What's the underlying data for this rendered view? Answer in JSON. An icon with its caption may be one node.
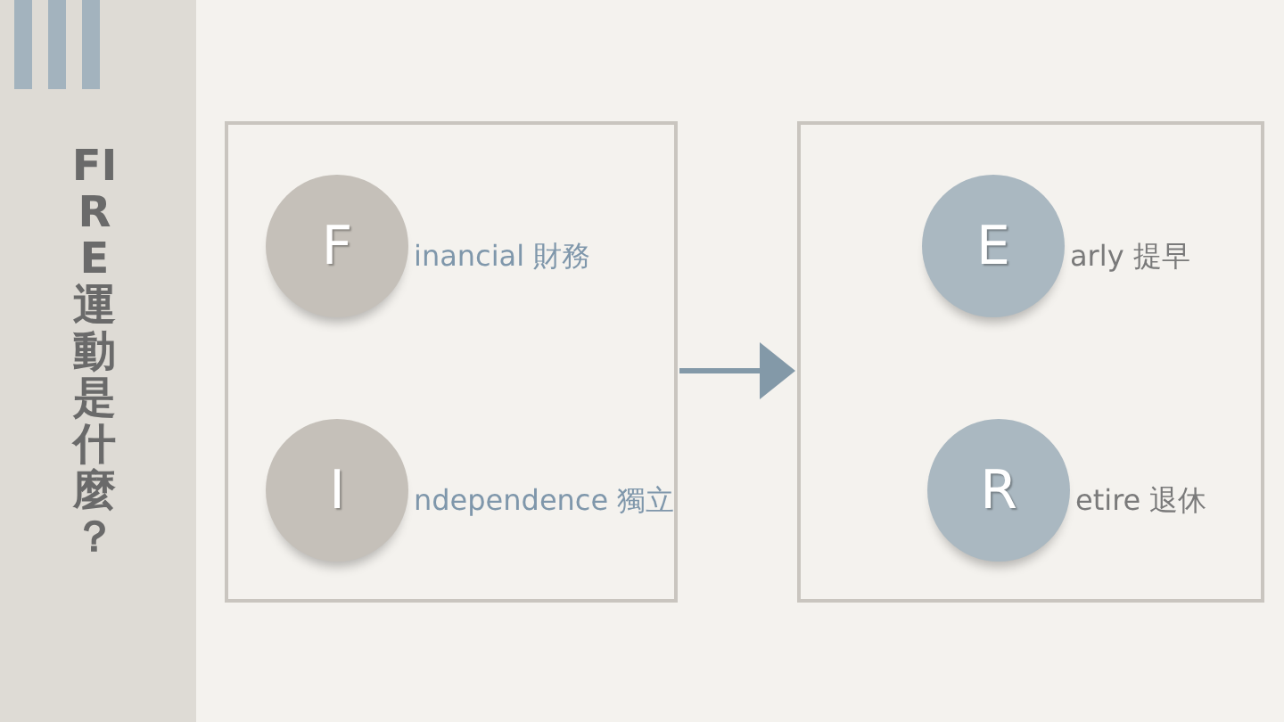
{
  "diagram": {
    "title": "FIRE運動是什麼？",
    "nodes": [
      {
        "text": [],
        "shape": "box"
      },
      {
        "text": [
          "F"
        ],
        "beside": [
          "inancial 財務"
        ],
        "in": 0
      },
      {
        "text": [
          "I"
        ],
        "beside": [
          "ndependence 獨立"
        ],
        "in": 0
      },
      {
        "text": [],
        "shape": "box"
      },
      {
        "text": [
          "E"
        ],
        "beside": [
          "arly 提早"
        ],
        "in": 3
      },
      {
        "text": [
          "R"
        ],
        "beside": [
          "etire 退休"
        ],
        "in": 3
      }
    ],
    "edges": [
      {
        "from": 0,
        "to": 3,
        "arrow": "to"
      }
    ]
  }
}
